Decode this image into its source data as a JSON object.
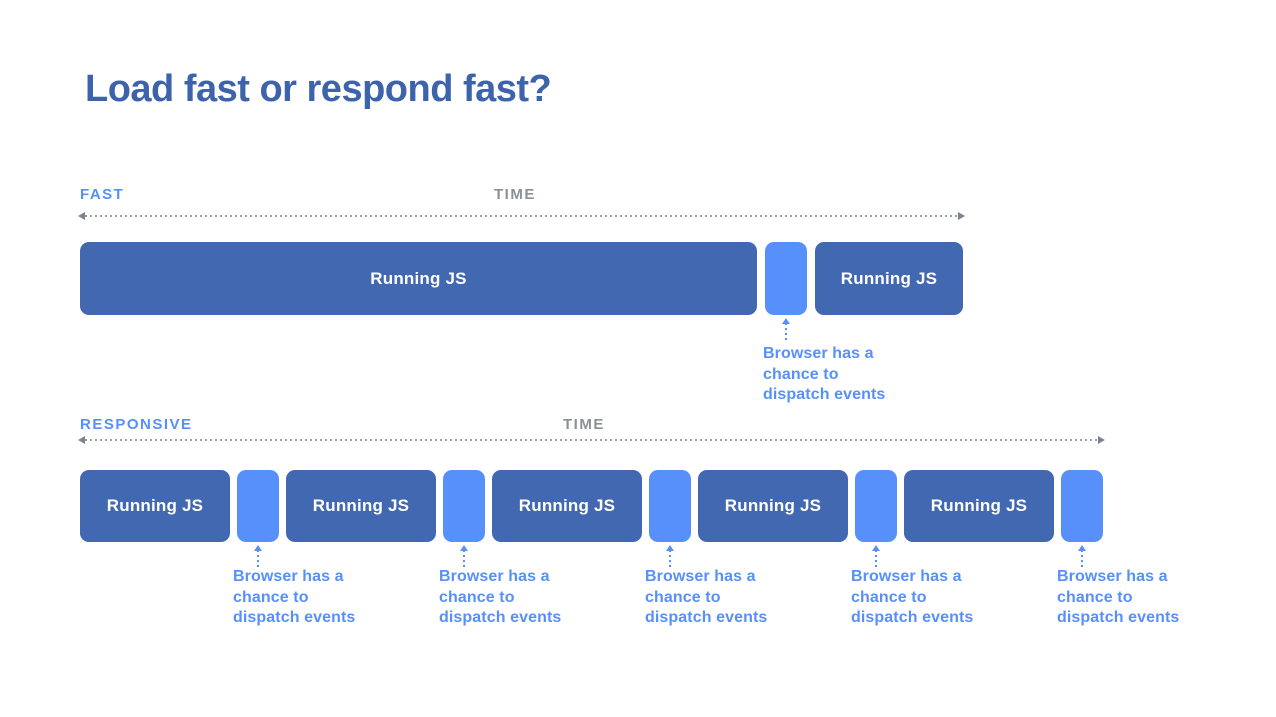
{
  "title": "Load fast or respond fast?",
  "colors": {
    "title": "#3e63ad",
    "dark_block": "#4268b2",
    "light_block": "#5790fa",
    "time_label": "#8b9096",
    "dotted_line": "#9aa0a8",
    "background": "#ffffff"
  },
  "timelines": [
    {
      "id": "fast",
      "label": "FAST",
      "time_label": "TIME",
      "blocks": [
        {
          "kind": "js",
          "label": "Running JS"
        },
        {
          "kind": "gap",
          "label": ""
        },
        {
          "kind": "js",
          "label": "Running JS"
        }
      ],
      "annotations": [
        {
          "lines": [
            "Browser has a",
            "chance to",
            "dispatch events"
          ]
        }
      ]
    },
    {
      "id": "responsive",
      "label": "RESPONSIVE",
      "time_label": "TIME",
      "blocks": [
        {
          "kind": "js",
          "label": "Running JS"
        },
        {
          "kind": "gap",
          "label": ""
        },
        {
          "kind": "js",
          "label": "Running JS"
        },
        {
          "kind": "gap",
          "label": ""
        },
        {
          "kind": "js",
          "label": "Running JS"
        },
        {
          "kind": "gap",
          "label": ""
        },
        {
          "kind": "js",
          "label": "Running JS"
        },
        {
          "kind": "gap",
          "label": ""
        },
        {
          "kind": "js",
          "label": "Running JS"
        },
        {
          "kind": "gap",
          "label": ""
        }
      ],
      "annotations": [
        {
          "lines": [
            "Browser has a",
            "chance to",
            "dispatch events"
          ]
        },
        {
          "lines": [
            "Browser has a",
            "chance to",
            "dispatch events"
          ]
        },
        {
          "lines": [
            "Browser has a",
            "chance to",
            "dispatch events"
          ]
        },
        {
          "lines": [
            "Browser has a",
            "chance to",
            "dispatch events"
          ]
        },
        {
          "lines": [
            "Browser has a",
            "chance to",
            "dispatch events"
          ]
        }
      ]
    }
  ]
}
